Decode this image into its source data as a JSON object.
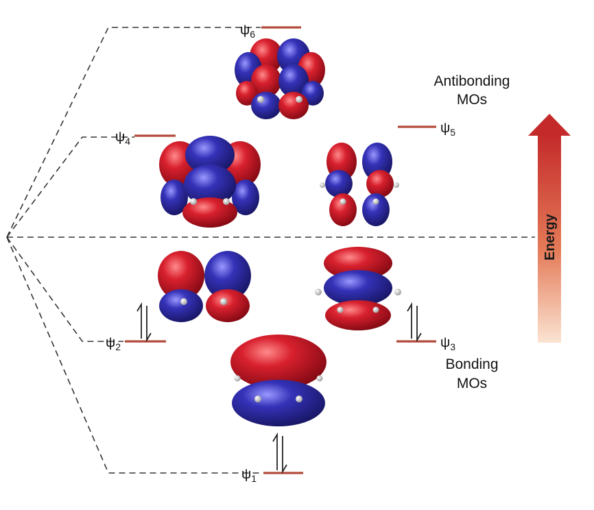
{
  "levels": {
    "psi1": {
      "psi": "ψ",
      "sub": "1"
    },
    "psi2": {
      "psi": "ψ",
      "sub": "2"
    },
    "psi3": {
      "psi": "ψ",
      "sub": "3"
    },
    "psi4": {
      "psi": "ψ",
      "sub": "4"
    },
    "psi5": {
      "psi": "ψ",
      "sub": "5"
    },
    "psi6": {
      "psi": "ψ",
      "sub": "6"
    }
  },
  "labels": {
    "antibonding_line1": "Antibonding",
    "antibonding_line2": "MOs",
    "bonding_line1": "Bonding",
    "bonding_line2": "MOs",
    "energy": "Energy"
  },
  "colors": {
    "lobe_positive": "#c8182a",
    "lobe_negative": "#2c2a9e",
    "level_line": "#b24a3a",
    "arrow_top": "#c42a2a",
    "arrow_bottom": "#f2b488"
  },
  "occupancy": {
    "psi1": "↑↓",
    "psi2": "↑↓",
    "psi3": "↑↓"
  }
}
